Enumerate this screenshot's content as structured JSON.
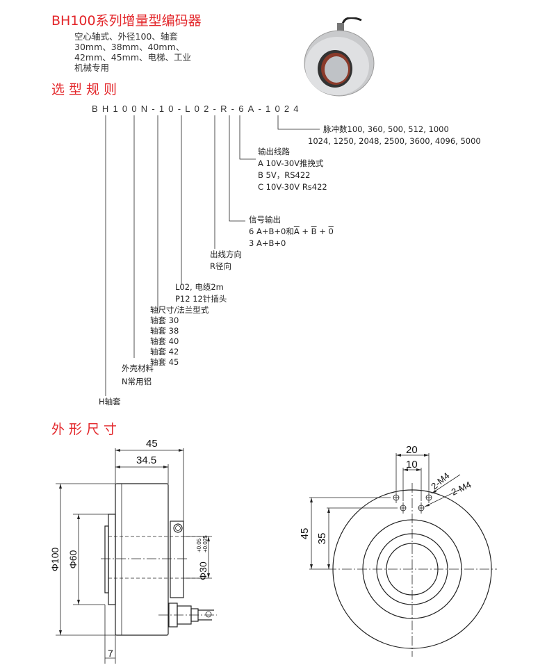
{
  "title": "BH100系列增量型编码器",
  "description": [
    "空心轴式、外径100、轴套",
    "30mm、38mm、40mm、",
    "42mm、45mm、电梯、工业",
    "机械专用"
  ],
  "selection_heading": "选型规则",
  "model_code": "BH100N-10-L02-R-6A-1024",
  "pulses": {
    "line1": "脉冲数100, 360, 500, 512, 1000",
    "line2": "1024, 1250, 2048, 2500, 3600, 4096, 5000"
  },
  "output_circuit": {
    "title": "输出线路",
    "a": "A  10V-30V推挽式",
    "b": "B  5V，RS422",
    "c": "C  10V-30V Rs422"
  },
  "signal_output": {
    "title": "信号输出",
    "six_prefix": "6 A+B+0和",
    "six_a": "A",
    "six_b": "B",
    "six_0": "0",
    "three": "3 A+B+0"
  },
  "cable_direction": {
    "title": "出线方向",
    "r": "R径向"
  },
  "connection": {
    "l02": "L02, 电缆2m",
    "p12": "P12   12针插头"
  },
  "shaft": {
    "title": "轴尺寸/法兰型式",
    "items": [
      "轴套    30",
      "轴套    38",
      "轴套    40",
      "轴套    42",
      "轴套    45"
    ]
  },
  "housing": {
    "title": "外壳材料",
    "n": "N常用铝"
  },
  "type": {
    "h": "H轴套"
  },
  "dimensions_heading": "外形尺寸",
  "side_view": {
    "d45": "45",
    "d34_5": "34.5",
    "phi100": "Φ100",
    "phi60": "Φ60",
    "phi30": "Φ30",
    "tol_upper": "+0.05",
    "tol_lower": "+0.025",
    "d7": "7"
  },
  "front_view": {
    "d20": "20",
    "d10": "10",
    "m4_a": "2-M4",
    "m4_b": "2-M4",
    "d45": "45",
    "d35": "35"
  },
  "colors": {
    "heading": "#e3262a"
  }
}
